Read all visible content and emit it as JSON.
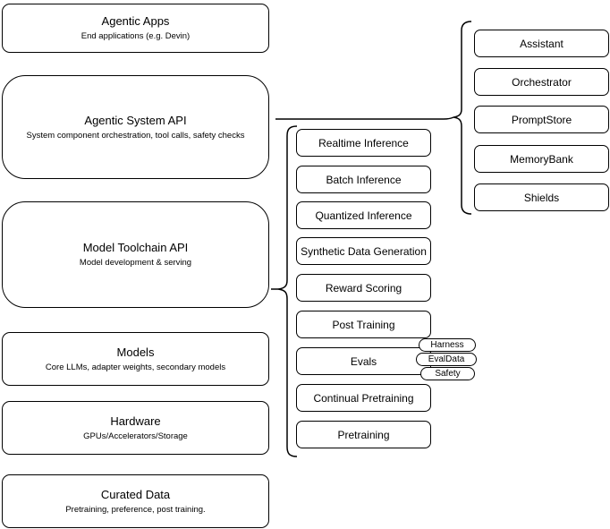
{
  "diagram": {
    "left_stack": [
      {
        "title": "Agentic Apps",
        "subtitle": "End applications (e.g. Devin)"
      },
      {
        "title": "Agentic System API",
        "subtitle": "System component orchestration, tool calls, safety checks"
      },
      {
        "title": "Model Toolchain API",
        "subtitle": "Model development & serving"
      },
      {
        "title": "Models",
        "subtitle": "Core LLMs, adapter weights, secondary models"
      },
      {
        "title": "Hardware",
        "subtitle": "GPUs/Accelerators/Storage"
      },
      {
        "title": "Curated Data",
        "subtitle": "Pretraining, preference, post training."
      }
    ],
    "toolchain_services": [
      {
        "label": "Realtime Inference"
      },
      {
        "label": "Batch Inference"
      },
      {
        "label": "Quantized Inference"
      },
      {
        "label": "Synthetic Data Generation"
      },
      {
        "label": "Reward Scoring"
      },
      {
        "label": "Post Training"
      },
      {
        "label": "Evals"
      },
      {
        "label": "Continual Pretraining"
      },
      {
        "label": "Pretraining"
      }
    ],
    "system_components": [
      {
        "label": "Assistant"
      },
      {
        "label": "Orchestrator"
      },
      {
        "label": "PromptStore"
      },
      {
        "label": "MemoryBank"
      },
      {
        "label": "Shields"
      }
    ],
    "eval_tags": [
      {
        "label": "Harness"
      },
      {
        "label": "EvalData"
      },
      {
        "label": "Safety"
      }
    ],
    "colors": {
      "stroke": "#000000",
      "fill": "#ffffff",
      "text": "#000000",
      "background": "#ffffff"
    }
  }
}
